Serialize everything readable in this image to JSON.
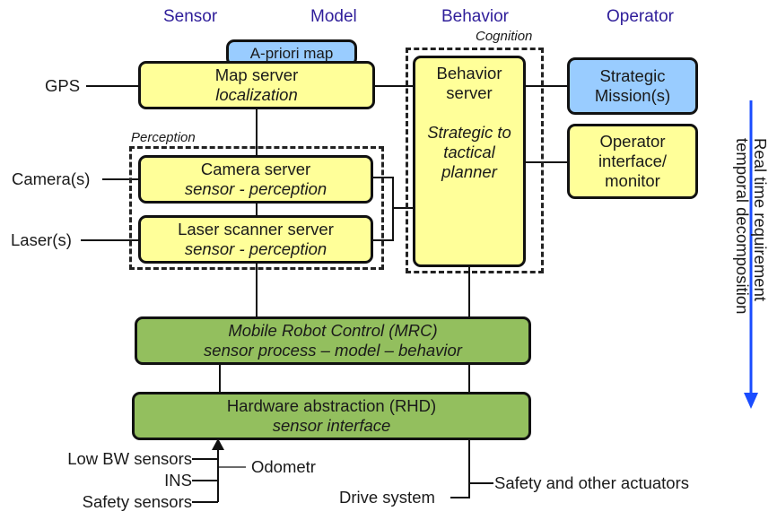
{
  "columns": {
    "sensor": "Sensor",
    "model": "Model",
    "behavior": "Behavior",
    "operator": "Operator"
  },
  "groups": {
    "perception": "Perception",
    "cognition": "Cognition"
  },
  "boxes": {
    "apriori_map": "A-priori map",
    "map_server": {
      "title": "Map server",
      "subtitle": "localization"
    },
    "camera_server": {
      "title": "Camera server",
      "subtitle": "sensor - perception"
    },
    "laser_server": {
      "title": "Laser scanner server",
      "subtitle": "sensor - perception"
    },
    "behavior_server": {
      "title_line1": "Behavior",
      "title_line2": "server",
      "sub_line1": "Strategic to",
      "sub_line2": "tactical",
      "sub_line3": "planner"
    },
    "strategic_mission": {
      "line1": "Strategic",
      "line2": "Mission(s)"
    },
    "operator_interface": {
      "line1": "Operator",
      "line2": "interface/",
      "line3": "monitor"
    },
    "mrc": {
      "title": "Mobile Robot Control (MRC)",
      "subtitle": "sensor process – model – behavior"
    },
    "rhd": {
      "title": "Hardware abstraction (RHD)",
      "subtitle": "sensor interface"
    }
  },
  "inputs": {
    "gps": "GPS",
    "cameras": "Camera(s)",
    "lasers": "Laser(s)",
    "low_bw": "Low BW sensors",
    "ins": "INS",
    "safety_sensors": "Safety sensors",
    "odometr": "Odometr",
    "drive_system": "Drive system",
    "actuators": "Safety and other actuators"
  },
  "timeline": {
    "line1": "Real time requirement",
    "line2": "temporal decomposition"
  },
  "colors": {
    "header_text": "#2f1e9a",
    "yellow_box": "#ffff99",
    "blue_box": "#99ccff",
    "green_box": "#93bf5e",
    "arrow": "#1a4cff"
  }
}
